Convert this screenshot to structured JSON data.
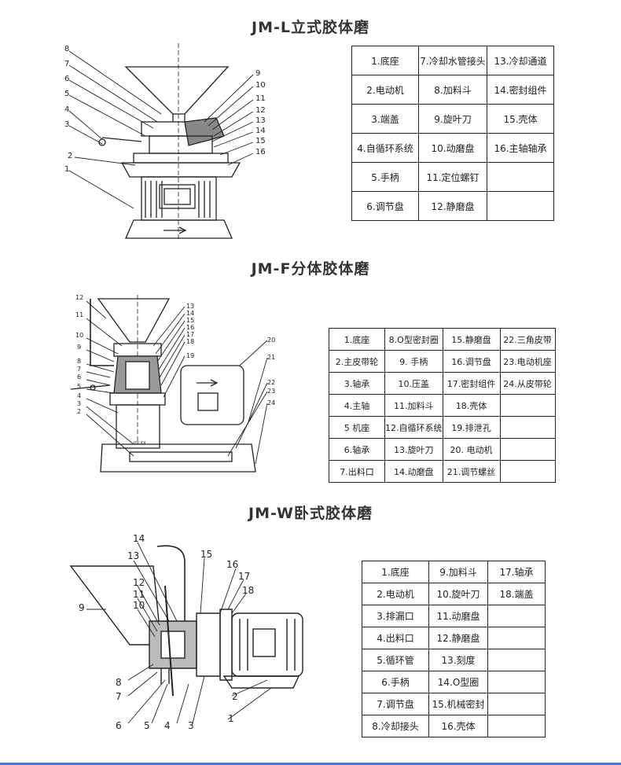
{
  "section_l": {
    "title": "JM-L立式胶体磨",
    "callouts": [
      "8",
      "7",
      "6",
      "5",
      "4",
      "3",
      "2",
      "1",
      "9",
      "10",
      "11",
      "12",
      "13",
      "14",
      "15",
      "16"
    ],
    "parts": [
      [
        "1.底座",
        "7.冷却水管接头",
        "13.冷却通道"
      ],
      [
        "2.电动机",
        "8.加料斗",
        "14.密封组件"
      ],
      [
        "3.端盖",
        "9.旋叶刀",
        "15.壳体"
      ],
      [
        "4.自循环系统",
        "10.动磨盘",
        "16.主轴轴承"
      ],
      [
        "5.手柄",
        "11.定位螺钉",
        ""
      ],
      [
        "6.调节盘",
        "12.静磨盘",
        ""
      ]
    ]
  },
  "section_f": {
    "title": "JM-F分体胶体磨",
    "callouts": [
      "12",
      "11",
      "10",
      "9",
      "8",
      "7",
      "6",
      "5",
      "4",
      "3",
      "2",
      "13",
      "14",
      "15",
      "16",
      "17",
      "18",
      "19",
      "20",
      "21",
      "22",
      "23",
      "24"
    ],
    "parts": [
      [
        "1.底座",
        "8.O型密封圈",
        "15.静磨盘",
        "22.三角皮带"
      ],
      [
        "2.主皮带轮",
        "9. 手柄",
        "16.调节盘",
        "23.电动机座"
      ],
      [
        "3.轴承",
        "10.压盖",
        "17.密封组件",
        "24.从皮带轮"
      ],
      [
        "4.主轴",
        "11.加料斗",
        "18.壳体",
        ""
      ],
      [
        "5 机座",
        "12.自循环系统",
        "19.排泄孔",
        ""
      ],
      [
        "6.轴承",
        "13.旋叶刀",
        "20. 电动机",
        ""
      ],
      [
        "7.出料口",
        "14.动磨盘",
        "21.调节螺丝",
        ""
      ]
    ]
  },
  "section_w": {
    "title": "JM-W卧式胶体磨",
    "callouts": [
      "14",
      "13",
      "12",
      "11",
      "10",
      "9",
      "8",
      "7",
      "6",
      "5",
      "4",
      "3",
      "15",
      "16",
      "17",
      "18",
      "2",
      "1"
    ],
    "parts": [
      [
        "1.底座",
        "9.加料斗",
        "17.轴承"
      ],
      [
        "2.电动机",
        "10.旋叶刀",
        "18.端盖"
      ],
      [
        "3.排漏口",
        "11.动磨盘",
        ""
      ],
      [
        "4.出料口",
        "12.静磨盘",
        ""
      ],
      [
        "5.循环管",
        "13.刻度",
        ""
      ],
      [
        "6.手柄",
        "14.O型圈",
        ""
      ],
      [
        "7.调节盘",
        "15.机械密封",
        ""
      ],
      [
        "8.冷却接头",
        "16.壳体",
        ""
      ]
    ]
  }
}
